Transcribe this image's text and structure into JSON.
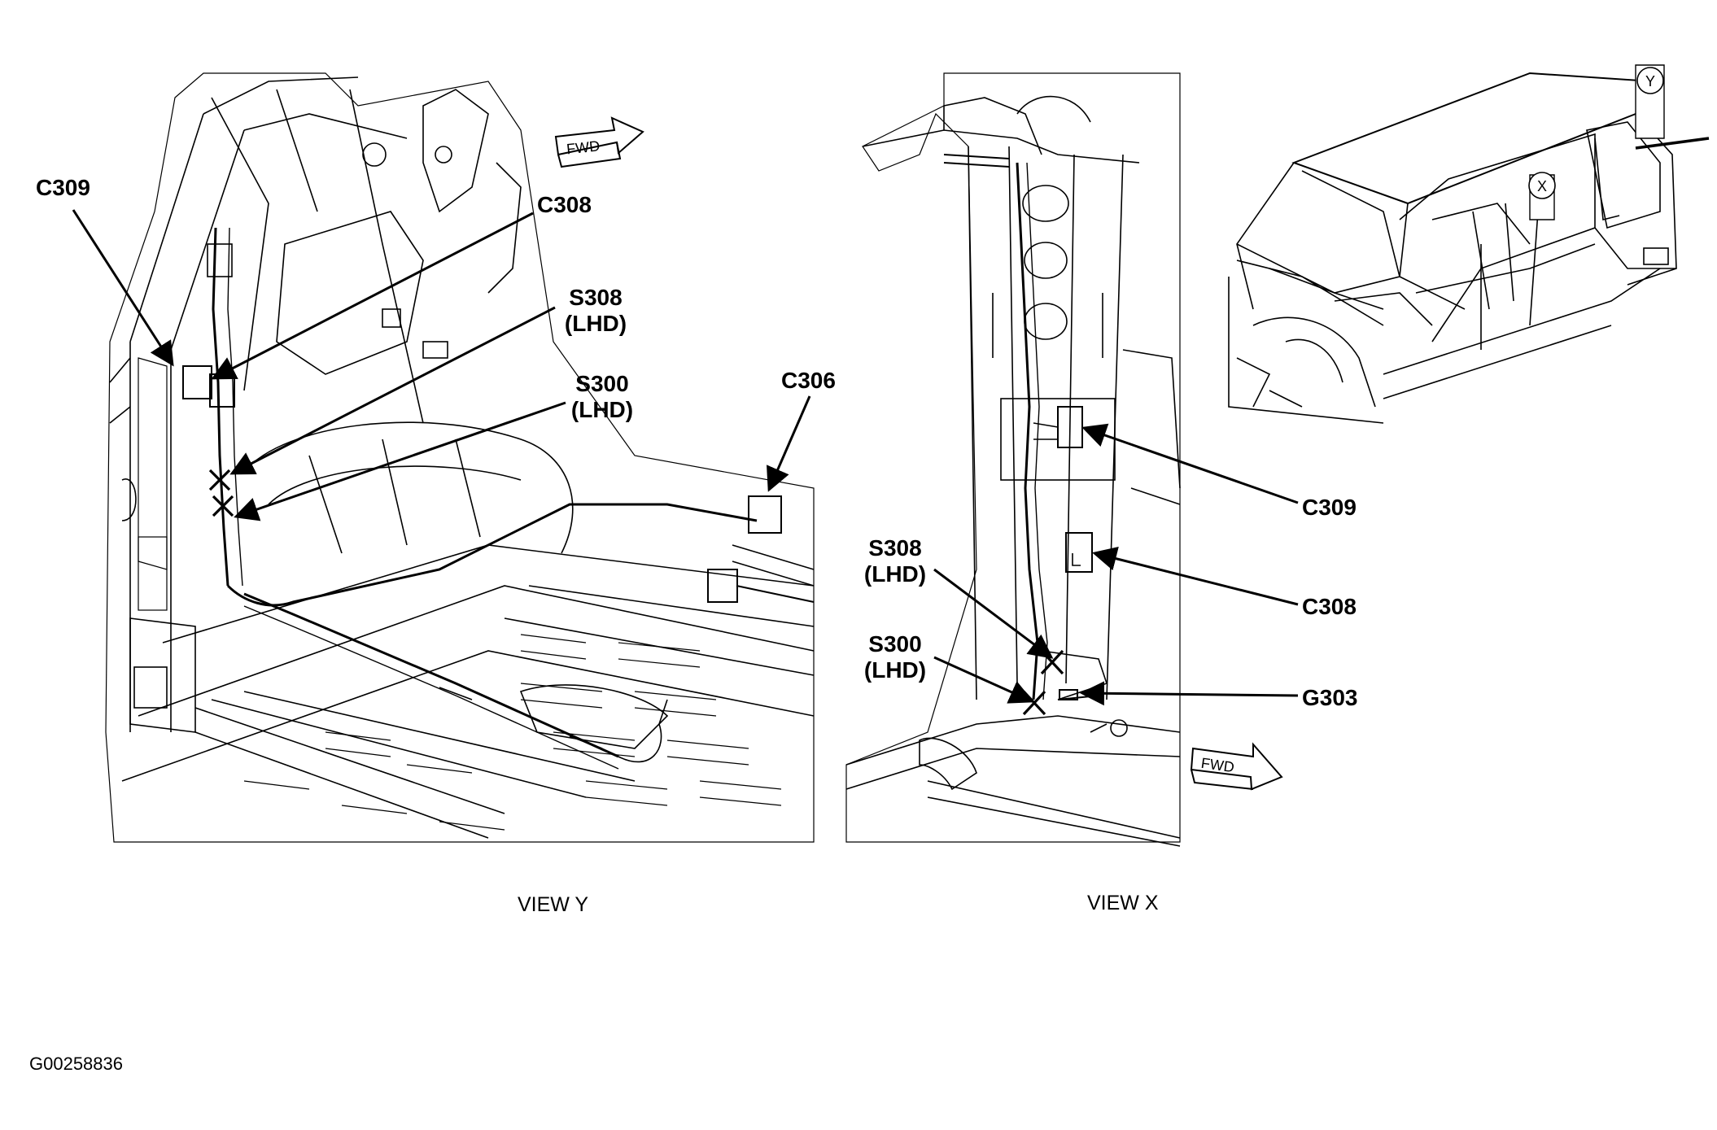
{
  "figure_id": "G00258836",
  "views": [
    {
      "caption": "VIEW Y"
    },
    {
      "caption": "VIEW X"
    }
  ],
  "direction_marker": "FWD",
  "locator_marks": [
    "Y",
    "X"
  ],
  "view_y_labels": {
    "c309": "C309",
    "c308": "C308",
    "s308": "S308",
    "s308_sub": "(LHD)",
    "s300": "S300",
    "s300_sub": "(LHD)",
    "c306": "C306"
  },
  "view_x_labels": {
    "c309": "C309",
    "c308": "C308",
    "g303": "G303",
    "s308": "S308",
    "s308_sub": "(LHD)",
    "s300": "S300",
    "s300_sub": "(LHD)"
  },
  "colors": {
    "line": "#000000",
    "background": "#ffffff"
  }
}
